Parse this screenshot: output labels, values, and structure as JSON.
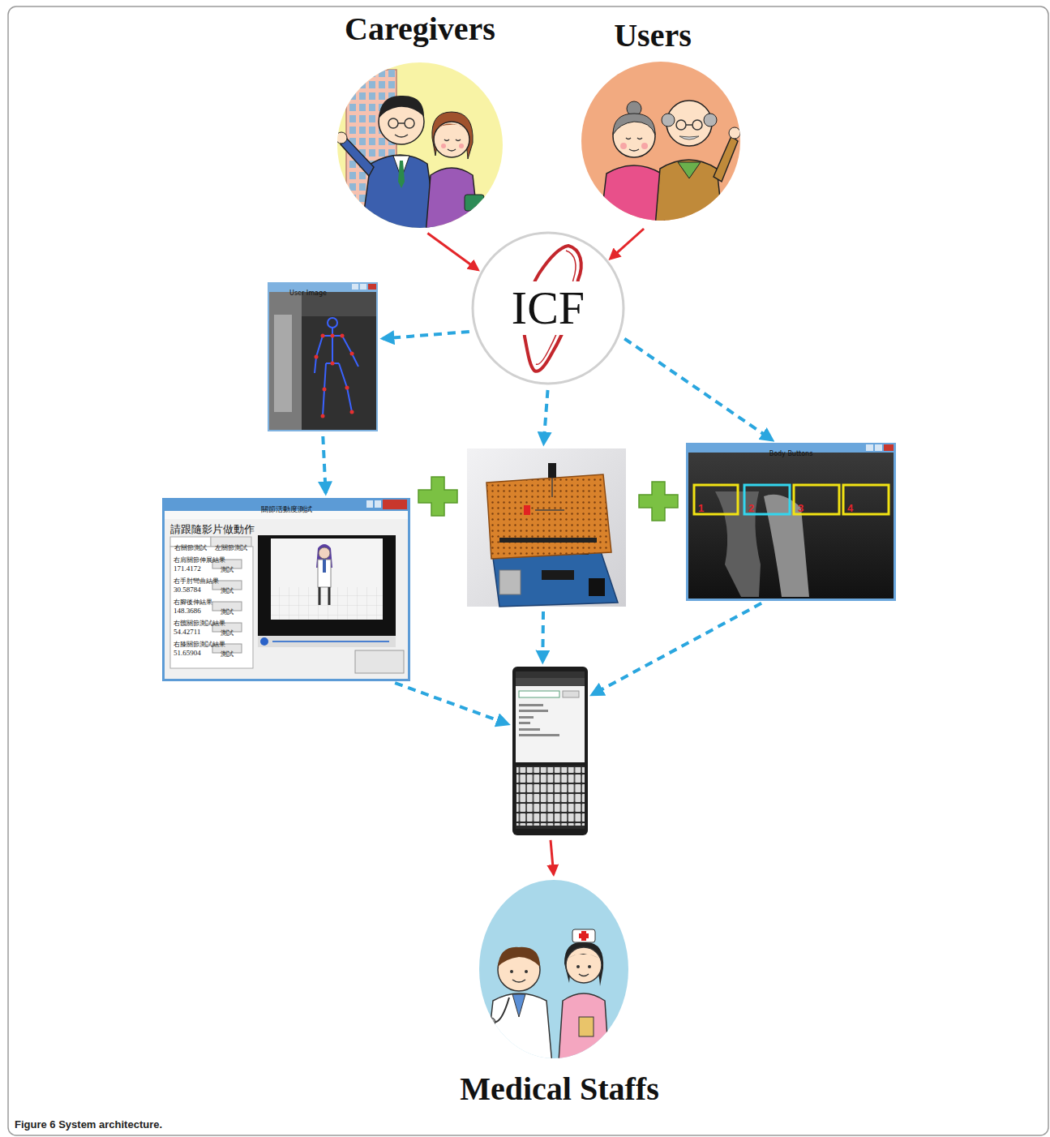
{
  "diagram": {
    "caption": "Figure 6 System architecture.",
    "nodes": [
      {
        "text": [
          "Caregivers"
        ]
      },
      {
        "text": [
          "Users"
        ]
      },
      {
        "text": [
          "ICF"
        ]
      },
      {
        "text": [
          "User Image"
        ]
      },
      {
        "text": []
      },
      {
        "text": [
          "Body Buttons",
          "1",
          "2",
          "3",
          "4"
        ]
      },
      {
        "text": [
          "關節活動度測試",
          "請跟隨影片做動作",
          "右關節測試",
          "左關節測試",
          "右肩關節伸展結果",
          "171.4172",
          "測試",
          "右手肘彎曲結果",
          "30.58784",
          "測試",
          "右腳後伸結果",
          "148.3686",
          "測試",
          "右髖關節測試結果",
          "54.42711",
          "測試",
          "右膝關節測試結果",
          "51.65904",
          "測試"
        ]
      },
      {
        "text": []
      },
      {
        "text": [
          "Medical Staffs"
        ]
      }
    ],
    "edges": [
      {
        "from": 0,
        "to": 2,
        "arrow": "to"
      },
      {
        "from": 1,
        "to": 2,
        "arrow": "to"
      },
      {
        "from": 2,
        "to": 3,
        "arrow": "to"
      },
      {
        "from": 2,
        "to": 4,
        "arrow": "to"
      },
      {
        "from": 2,
        "to": 5,
        "arrow": "to"
      },
      {
        "from": 3,
        "to": 6,
        "arrow": "to"
      },
      {
        "from": 6,
        "to": 7,
        "arrow": "to"
      },
      {
        "from": 4,
        "to": 7,
        "arrow": "to"
      },
      {
        "from": 5,
        "to": 7,
        "arrow": "to"
      },
      {
        "from": 7,
        "to": 8,
        "arrow": "to"
      }
    ]
  }
}
